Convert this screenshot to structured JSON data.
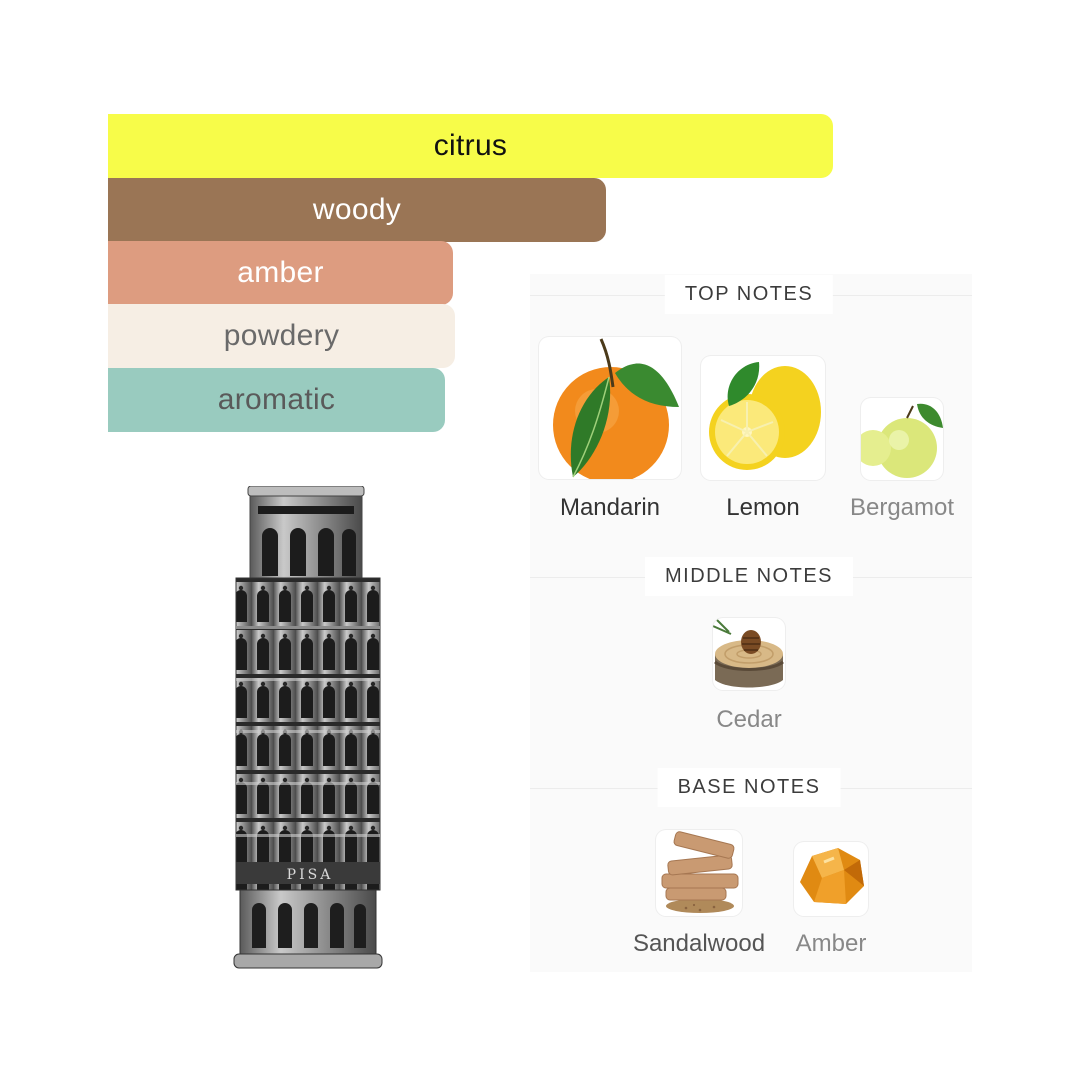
{
  "accords": [
    {
      "label": "citrus",
      "color": "#f7fc49",
      "text_color": "#111111"
    },
    {
      "label": "woody",
      "color": "#9a7555",
      "text_color": "#ffffff"
    },
    {
      "label": "amber",
      "color": "#dd9c80",
      "text_color": "#ffffff"
    },
    {
      "label": "powdery",
      "color": "#f6eee4",
      "text_color": "#6a6a6a"
    },
    {
      "label": "aromatic",
      "color": "#99cbbf",
      "text_color": "#5a5a5a"
    }
  ],
  "pyramid": {
    "top_title": "TOP NOTES",
    "top_notes": [
      "Mandarin",
      "Lemon",
      "Bergamot"
    ],
    "middle_title": "MIDDLE NOTES",
    "middle_notes": [
      "Cedar"
    ],
    "base_title": "BASE NOTES",
    "base_notes": [
      "Sandalwood",
      "Amber"
    ]
  },
  "bottle": {
    "engraving": "PISA"
  }
}
